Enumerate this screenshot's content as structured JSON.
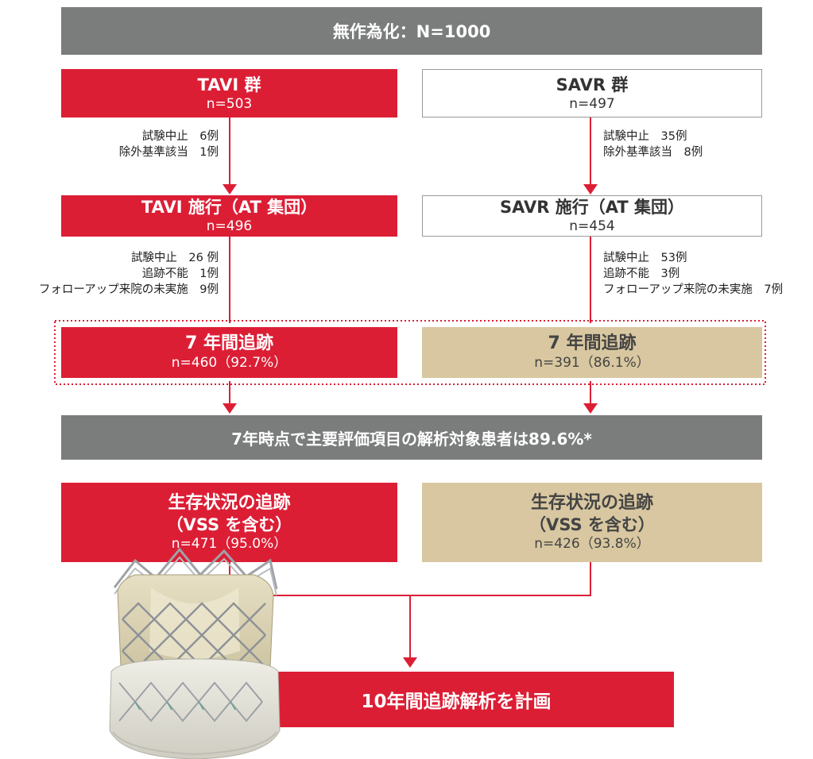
{
  "randomization": {
    "label": "無作為化：N=1000"
  },
  "tavi": {
    "group": {
      "title": "TAVI 群",
      "n": "n=503"
    },
    "excluded_1": [
      "試験中止　6例",
      "除外基準該当　1例"
    ],
    "implanted": {
      "title": "TAVI 施行（AT 集団）",
      "n": "n=496"
    },
    "excluded_2": [
      "試験中止　26 例",
      "追跡不能　1例",
      "フォローアップ来院の未実施　9例"
    ],
    "followup7": {
      "title": "7 年間追跡",
      "n": "n=460（92.7%）"
    },
    "survival": {
      "title_1": "生存状況の追跡",
      "title_2": "（VSS を含む）",
      "n": "n=471（95.0%）"
    }
  },
  "savr": {
    "group": {
      "title": "SAVR 群",
      "n": "n=497"
    },
    "excluded_1": [
      "試験中止　35例",
      "除外基準該当　8例"
    ],
    "implanted": {
      "title": "SAVR 施行（AT 集団）",
      "n": "n=454"
    },
    "excluded_2": [
      "試験中止　53例",
      "追跡不能　3例",
      "フォローアップ来院の未実施　7例"
    ],
    "followup7": {
      "title": "7 年間追跡",
      "n": "n=391（86.1%）"
    },
    "survival": {
      "title_1": "生存状況の追跡",
      "title_2": "（VSS を含む）",
      "n": "n=426（93.8%）"
    }
  },
  "analysis": {
    "label": "7年時点で主要評価項目の解析対象患者は89.6%*"
  },
  "plan": {
    "label": "10年間追跡解析を計画"
  },
  "colors": {
    "red": "#dc1e35",
    "gray": "#7b7d7c",
    "tan": "#d8c7a0",
    "line": "#dc1e35"
  }
}
